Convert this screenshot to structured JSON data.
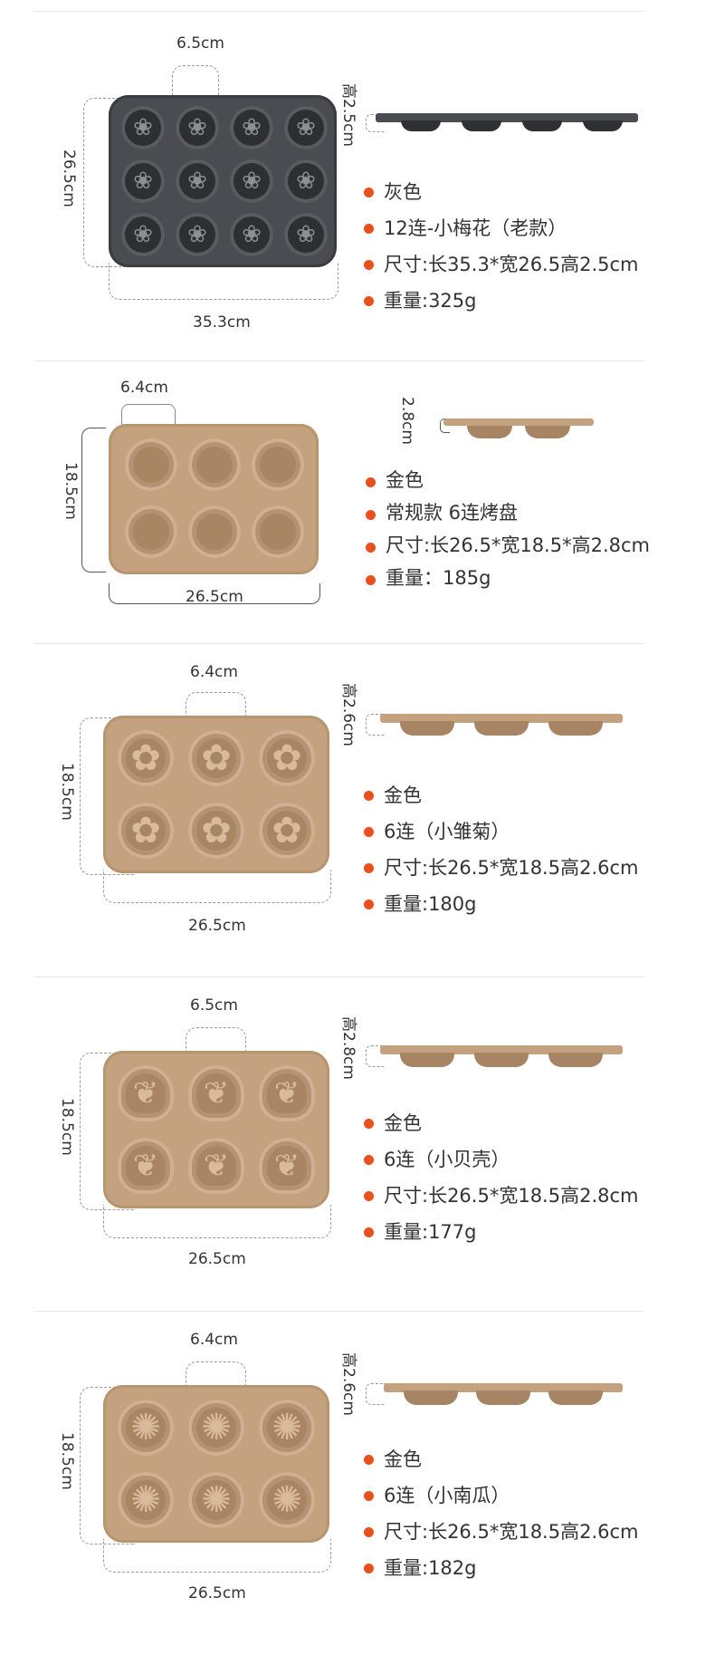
{
  "products": [
    {
      "cup_width": "6.5cm",
      "tray_depth": "26.5cm",
      "tray_length": "35.3cm",
      "height": "高2.5cm",
      "color_hex": "#4b4c52",
      "cup_style": "flower-icon",
      "specs": [
        "灰色",
        "12连-小梅花（老款）",
        "尺寸:长35.3*宽26.5高2.5cm",
        "重量:325g"
      ]
    },
    {
      "cup_width": "6.4cm",
      "tray_depth": "18.5cm",
      "tray_length": "26.5cm",
      "height": "2.8cm",
      "color_hex": "#c4a27f",
      "cup_style": "plain-cup-icon",
      "specs": [
        "金色",
        "常规款 6连烤盘",
        "尺寸:长26.5*宽18.5*高2.8cm",
        "重量：185g"
      ]
    },
    {
      "cup_width": "6.4cm",
      "tray_depth": "18.5cm",
      "tray_length": "26.5cm",
      "height": "高2.6cm",
      "color_hex": "#c4a27f",
      "cup_style": "daisy-icon",
      "specs": [
        "金色",
        "6连（小雏菊）",
        "尺寸:长26.5*宽18.5高2.6cm",
        "重量:180g"
      ]
    },
    {
      "cup_width": "6.5cm",
      "tray_depth": "18.5cm",
      "tray_length": "26.5cm",
      "height": "高2.8cm",
      "color_hex": "#c4a27f",
      "cup_style": "shell-icon",
      "specs": [
        "金色",
        "6连（小贝壳）",
        "尺寸:长26.5*宽18.5高2.8cm",
        "重量:177g"
      ]
    },
    {
      "cup_width": "6.4cm",
      "tray_depth": "18.5cm",
      "tray_length": "26.5cm",
      "height": "高2.6cm",
      "color_hex": "#c4a27f",
      "cup_style": "pumpkin-icon",
      "specs": [
        "金色",
        "6连（小南瓜）",
        "尺寸:长26.5*宽18.5高2.6cm",
        "重量:182g"
      ]
    }
  ],
  "accent_bullet_color": "#e8501e"
}
